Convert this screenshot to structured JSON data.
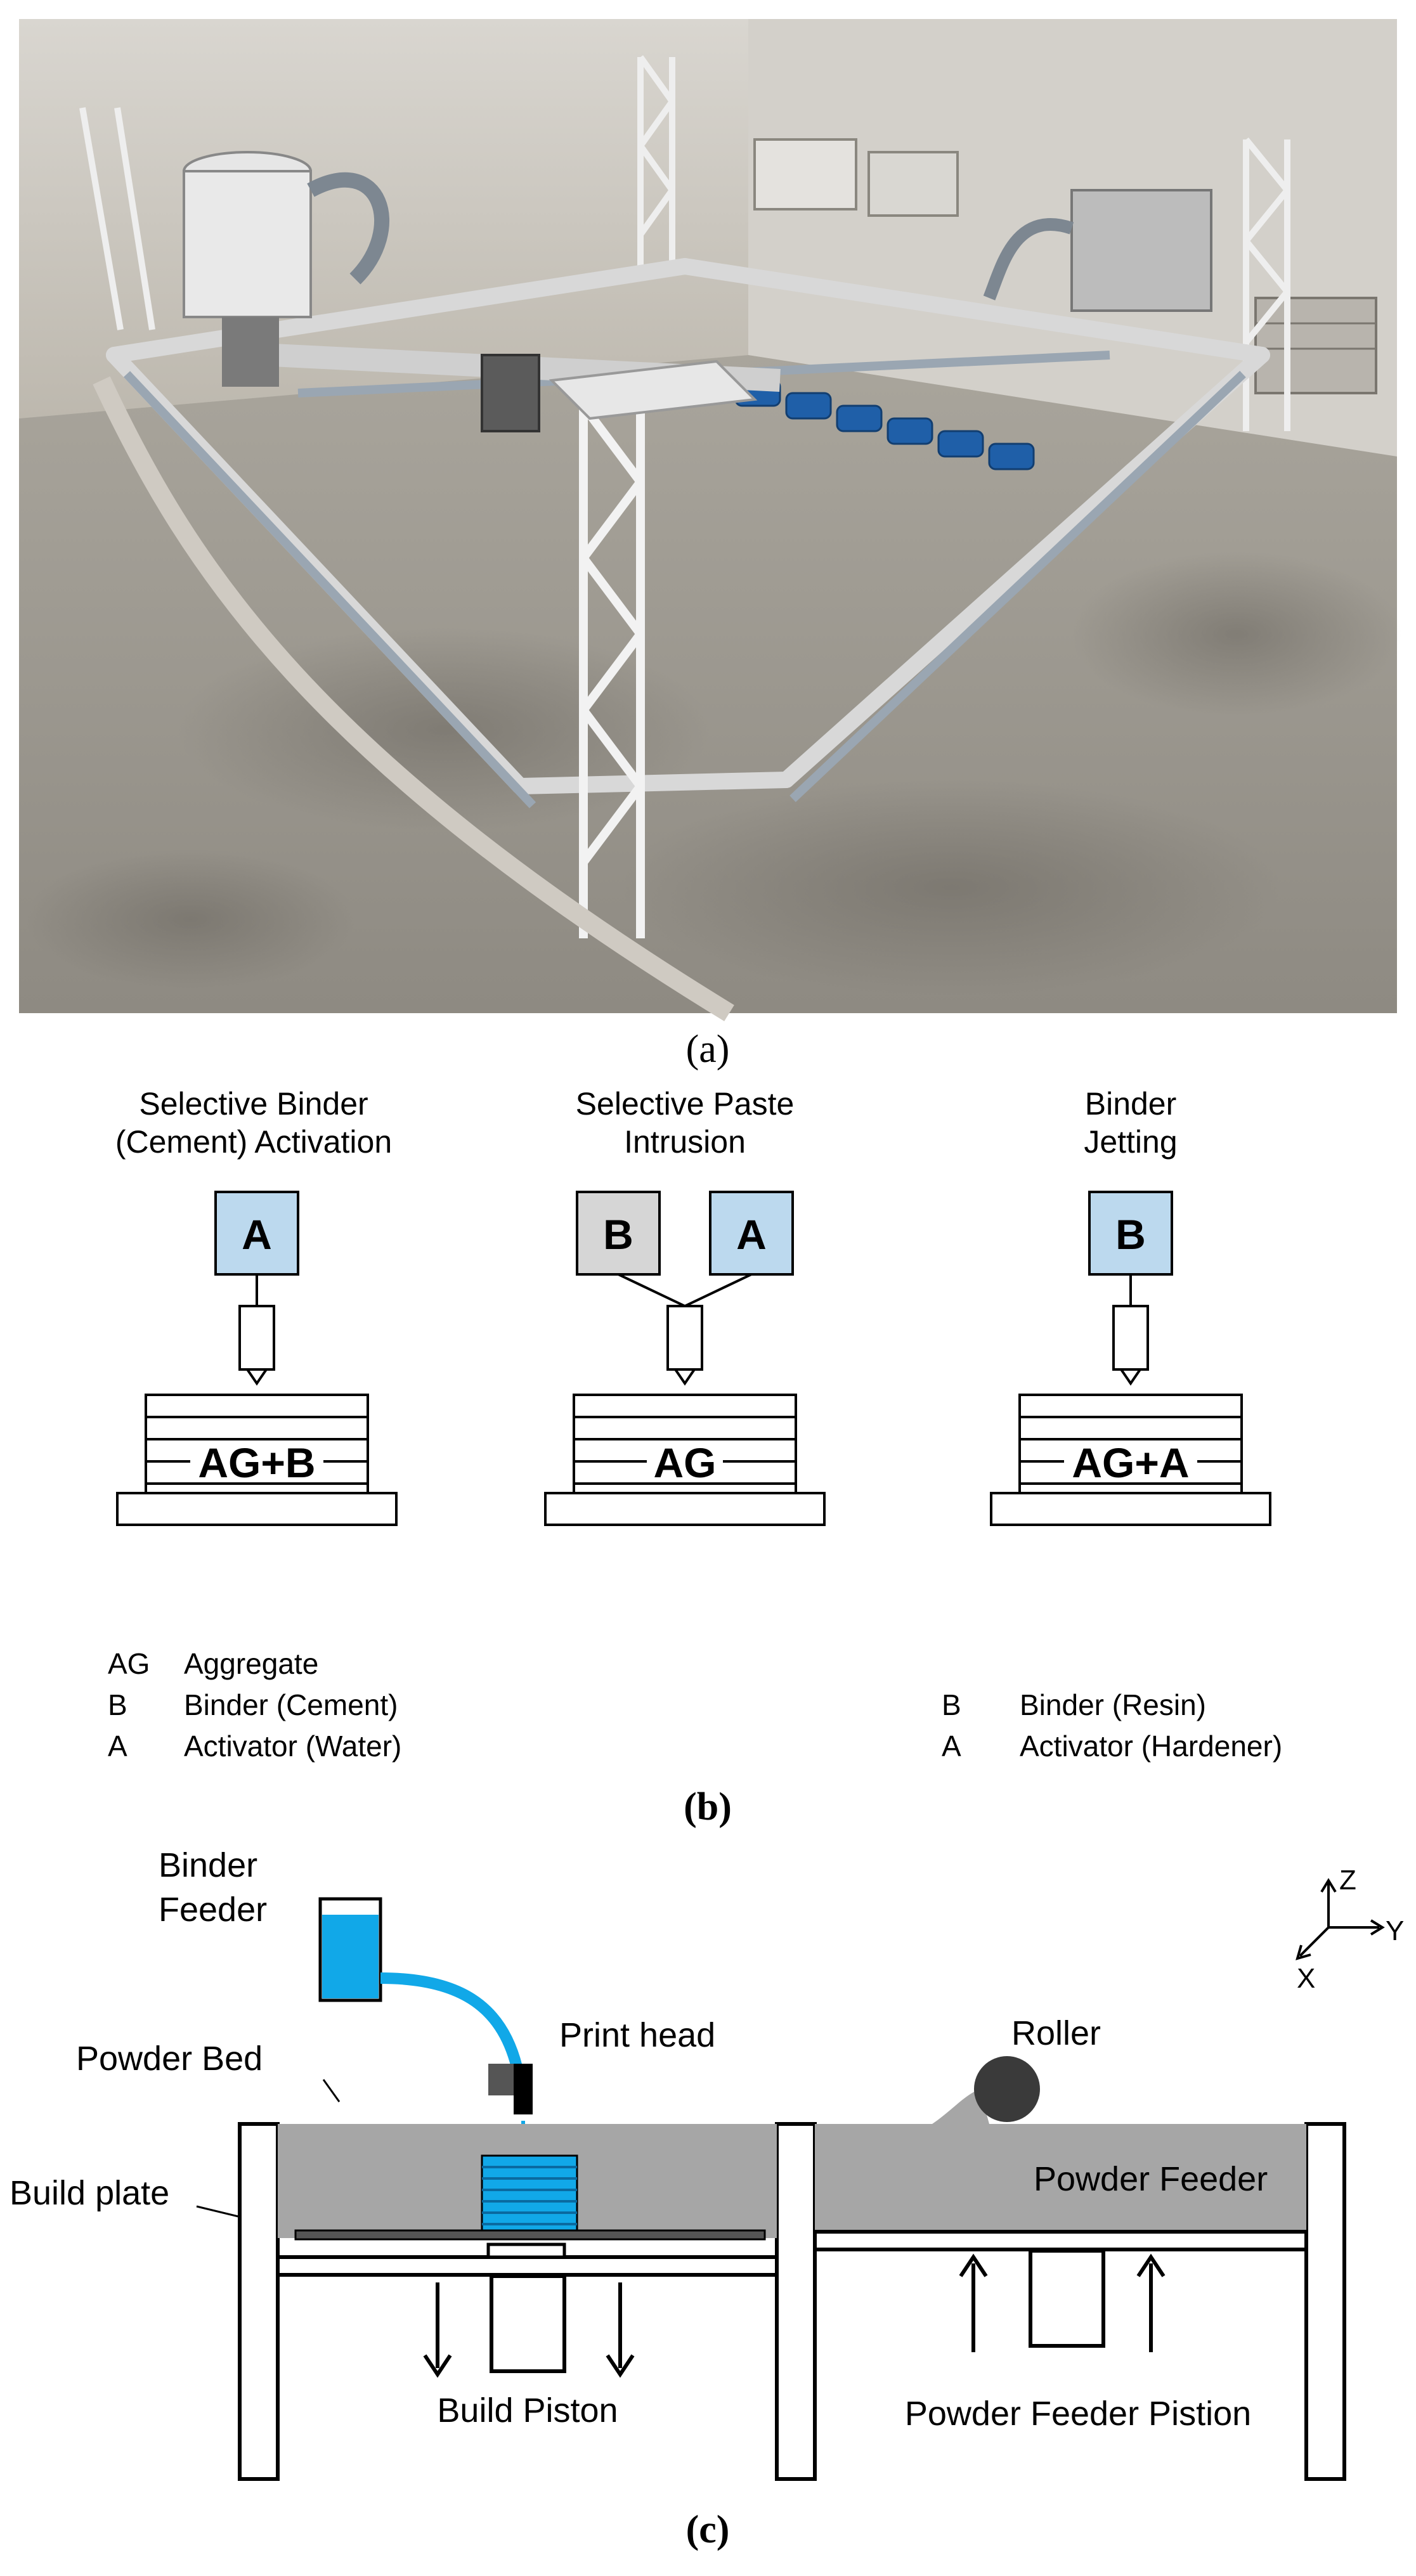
{
  "panel_a": {
    "caption": "(a)",
    "photo_subject": "binder-jetting-gantry-printer"
  },
  "panel_b": {
    "caption": "(b)",
    "processes": [
      {
        "title_line1": "Selective Binder",
        "title_line2": "(Cement) Activation",
        "boxes": [
          "A"
        ],
        "bed_label": "AG+B"
      },
      {
        "title_line1": "Selective Paste",
        "title_line2": "Intrusion",
        "boxes": [
          "B",
          "A"
        ],
        "bed_label": "AG"
      },
      {
        "title_line1": "Binder",
        "title_line2": "Jetting",
        "boxes": [
          "B"
        ],
        "bed_label": "AG+A"
      }
    ],
    "legend_left": [
      {
        "key": "AG",
        "value": "Aggregate"
      },
      {
        "key": "B",
        "value": "Binder (Cement)"
      },
      {
        "key": "A",
        "value": "Activator (Water)"
      }
    ],
    "legend_right": [
      {
        "key": "B",
        "value": "Binder (Resin)"
      },
      {
        "key": "A",
        "value": "Activator (Hardener)"
      }
    ],
    "colors": {
      "box_blue": "#bcd9ee",
      "box_gray": "#d6d6d6"
    }
  },
  "panel_c": {
    "caption": "(c)",
    "labels": {
      "binder_feeder_line1": "Binder",
      "binder_feeder_line2": "Feeder",
      "print_head": "Print head",
      "powder_bed": "Powder Bed",
      "build_plate": "Build plate",
      "roller": "Roller",
      "powder_feeder": "Powder Feeder",
      "build_piston": "Build Piston",
      "powder_feeder_piston": "Powder Feeder Pistion"
    },
    "axes": {
      "z": "Z",
      "y": "Y",
      "x": "X"
    },
    "colors": {
      "powder": "#a6a6a6",
      "binder": "#11a8e8",
      "roller": "#3a3a3a"
    }
  }
}
